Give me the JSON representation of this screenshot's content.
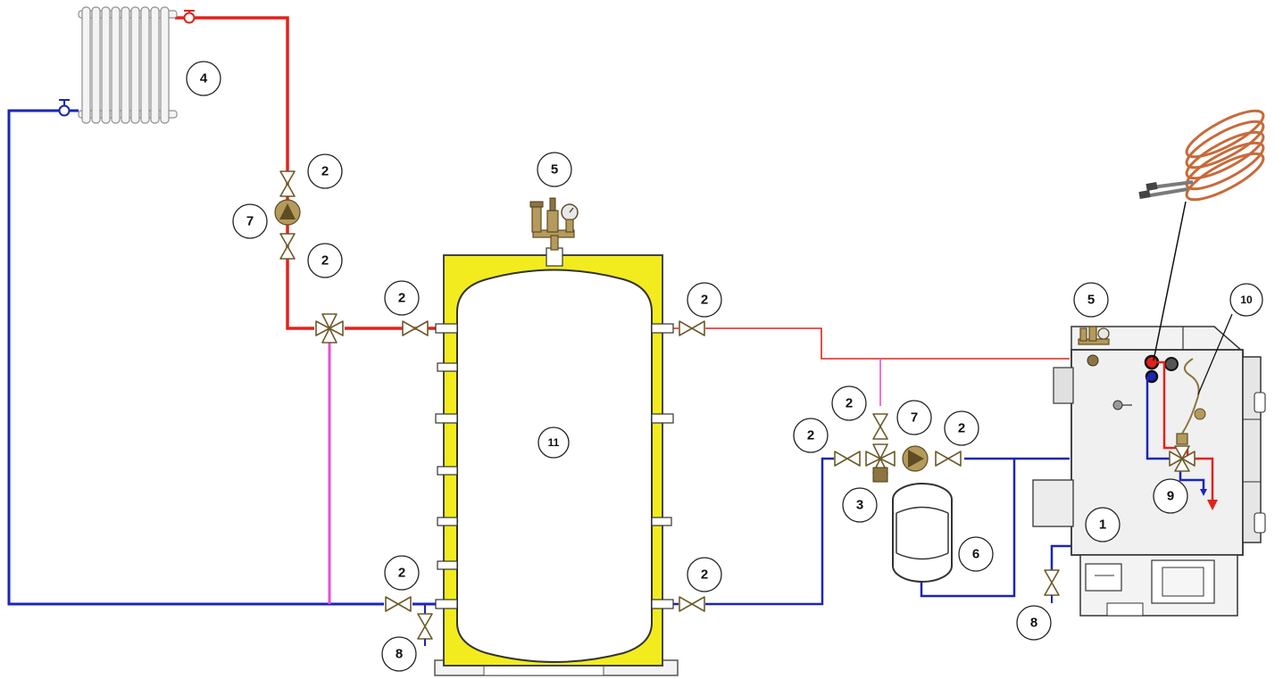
{
  "colors": {
    "hot_pipe": "#e0231c",
    "cold_pipe": "#1b25b8",
    "bypass_pipe": "#e84fd6",
    "tank_insulation": "#f2ec1f",
    "fittings": "#b49a5c",
    "boiler_body": "#f0f0f0"
  },
  "labels": {
    "l1": "1",
    "l2": "2",
    "l3": "3",
    "l4": "4",
    "l5": "5",
    "l6": "6",
    "l7": "7",
    "l8": "8",
    "l9": "9",
    "l10": "10",
    "l11": "11"
  },
  "icons": [
    "radiator-icon",
    "valve-icon",
    "circulation-pump-icon",
    "three-way-valve-icon",
    "safety-group-icon",
    "expansion-vessel-icon",
    "drain-valve-icon",
    "coil-heat-exchanger-icon",
    "thermostatic-valve-icon"
  ]
}
